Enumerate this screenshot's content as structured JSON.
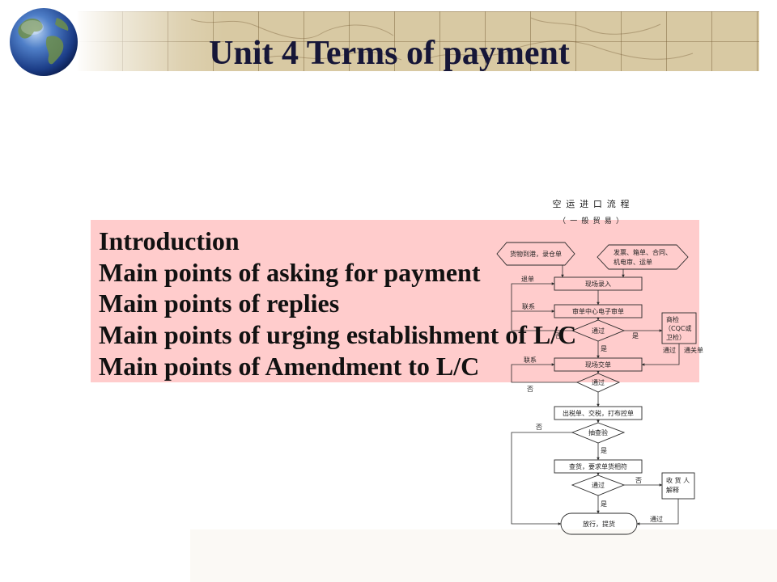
{
  "logo": {
    "icon": "globe-icon"
  },
  "slide": {
    "title": "Unit 4 Terms of payment",
    "outline": [
      "Introduction",
      "Main points of asking for payment",
      "Main points of replies",
      "Main points of urging establishment of L/C",
      "Main points of Amendment to L/C"
    ]
  },
  "flowchart": {
    "title": "空 运 进 口 流 程",
    "subtitle": "（一般贸易）",
    "arrival_node": "货物到港，录仓单",
    "documents_node": [
      "发票、箱单、合同、",
      "机电审、运单"
    ],
    "steps": [
      "现场录入",
      "审单中心电子审单",
      "现场交单",
      "出税单、交税，打布控单",
      "查货，要求单货相符"
    ],
    "decisions": [
      "通过",
      "通过",
      "抽查验",
      "通过"
    ],
    "inspection_node": [
      "商检",
      "（CQC或",
      "卫检）"
    ],
    "consignee_node": [
      "收 货 人",
      "解释"
    ],
    "end_node": "放行，提货",
    "edge_labels": {
      "return": "退单",
      "contact_1": "联系",
      "no_1": "否",
      "yes_1_right": "是",
      "yes_1_down": "是",
      "inspection_pass": "通过",
      "clearance_form": "通关单",
      "contact_2": "联系",
      "no_2": "否",
      "no_3": "否",
      "yes_3": "是",
      "no_4": "否",
      "yes_4": "是",
      "consignee_pass": "通过"
    }
  },
  "colors": {
    "panel": "#FFCCCC",
    "title_text": "#161638",
    "body_text": "#111111",
    "header_band": "#D8C9A3"
  }
}
